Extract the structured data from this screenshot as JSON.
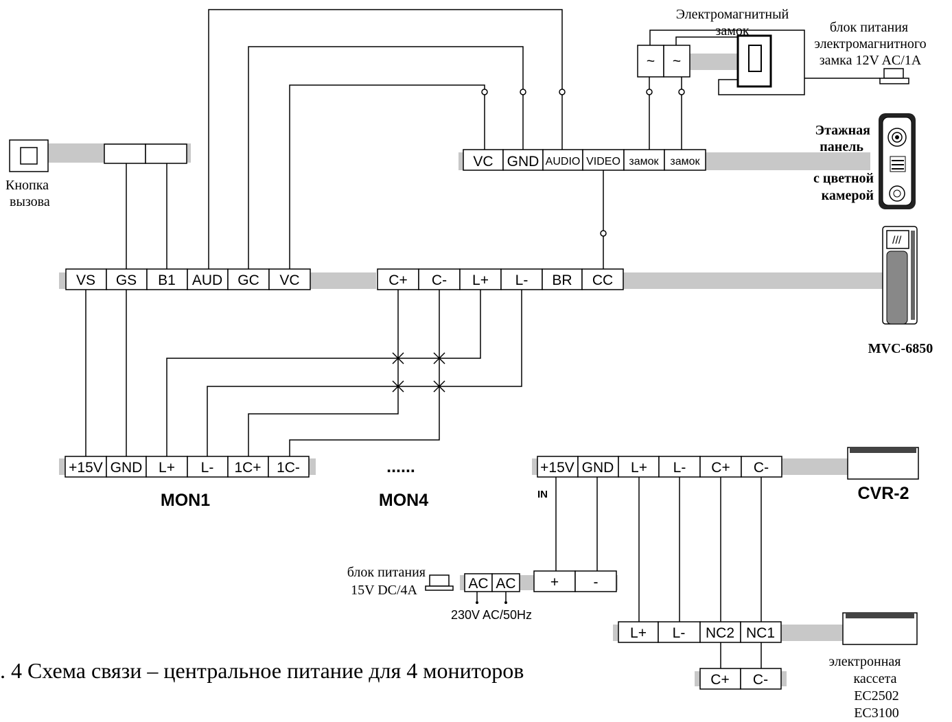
{
  "lock": {
    "title_line1": "Электромагнитный",
    "title_line2": "замок",
    "terminal_symbol": "~"
  },
  "lock_power": {
    "line1": "блок питания",
    "line2": "электромагнитного",
    "line3": "замка 12V AC/1A"
  },
  "call_button": {
    "line1": "Кнопка",
    "line2": "вызова"
  },
  "door_panel": {
    "label_line1": "Этажная",
    "label_line2": "панель",
    "label_line3": "с цветной",
    "label_line4": "камерой",
    "terminals": [
      "VC",
      "GND",
      "AUDIO",
      "VIDEO",
      "замок",
      "замок"
    ]
  },
  "mvc": {
    "name": "MVC-6850",
    "terminals_left": [
      "VS",
      "GS",
      "B1",
      "AUD",
      "GC",
      "VC"
    ],
    "terminals_right": [
      "C+",
      "C-",
      "L+",
      "L-",
      "BR",
      "CC"
    ]
  },
  "mon1": {
    "name": "MON1",
    "terminals": [
      "+15V",
      "GND",
      "L+",
      "L-",
      "1C+",
      "1C-"
    ]
  },
  "mon4": {
    "name": "MON4",
    "dots": "......"
  },
  "cvr": {
    "name": "CVR-2",
    "terminals": [
      "+15V",
      "GND",
      "L+",
      "L-",
      "C+",
      "C-"
    ],
    "in_label": "IN"
  },
  "psu": {
    "line1": "блок питания",
    "line2": "15V DC/4A",
    "ac_terminals": [
      "AC",
      "AC"
    ],
    "dc_terminals": [
      "+",
      "-"
    ],
    "mains": "230V AC/50Hz"
  },
  "cassette": {
    "line1": "электронная",
    "line2": "кассета",
    "line3": "EC2502",
    "line4": "EC3100",
    "terminals": [
      "L+",
      "L-",
      "NC2",
      "NC1"
    ],
    "sub_terminals": [
      "C+",
      "C-"
    ]
  },
  "caption": ". 4 Схема связи – центральное питание для 4 мониторов"
}
